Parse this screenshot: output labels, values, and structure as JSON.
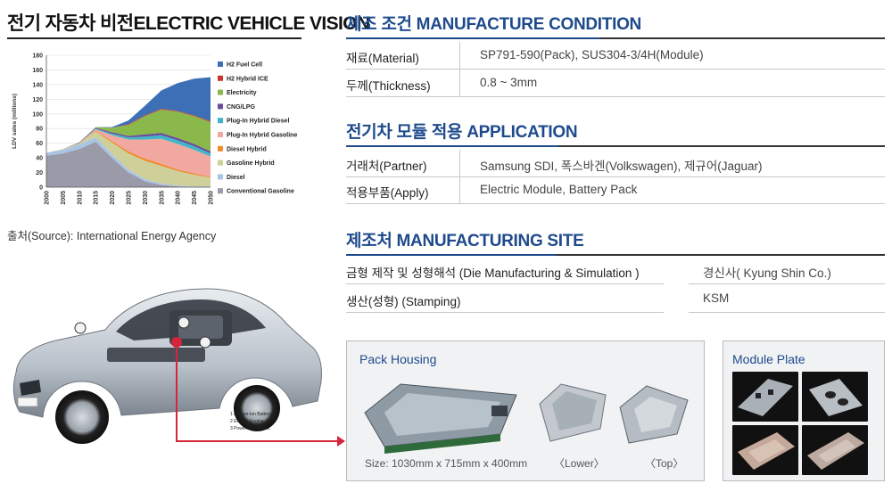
{
  "vision": {
    "title": "전기 자동차 비전ELECTRIC VEHICLE VISION",
    "source": "출처(Source): International Energy Agency"
  },
  "chart_data": {
    "type": "area",
    "stacked": true,
    "x": [
      2000,
      2005,
      2010,
      2015,
      2020,
      2025,
      2030,
      2035,
      2040,
      2045,
      2050
    ],
    "ylabel": "LDV sales (millions)",
    "ylim": [
      0,
      180
    ],
    "yticks": [
      0,
      20,
      40,
      60,
      80,
      100,
      120,
      140,
      160,
      180
    ],
    "legend_position": "right",
    "series": [
      {
        "name": "Conventional Gasoline",
        "color": "#9a9aa8",
        "values": [
          43,
          46,
          52,
          62,
          40,
          20,
          8,
          3,
          1,
          0,
          0
        ]
      },
      {
        "name": "Diesel",
        "color": "#a8c4e6",
        "values": [
          4,
          5,
          6,
          6,
          5,
          4,
          3,
          2,
          1,
          1,
          1
        ]
      },
      {
        "name": "Gasoline Hybrid",
        "color": "#cfcf9a",
        "values": [
          0,
          1,
          2,
          8,
          16,
          22,
          25,
          24,
          20,
          16,
          12
        ]
      },
      {
        "name": "Diesel Hybrid",
        "color": "#f08a2c",
        "values": [
          0,
          0,
          0,
          1,
          2,
          3,
          3,
          3,
          2,
          2,
          1
        ]
      },
      {
        "name": "Plug-In Hybrid Gasoline",
        "color": "#f0a8a0",
        "values": [
          0,
          0,
          0,
          2,
          8,
          16,
          26,
          34,
          35,
          32,
          28
        ]
      },
      {
        "name": "Plug-In Hybrid Diesel",
        "color": "#3fb6c8",
        "values": [
          0,
          0,
          0,
          1,
          2,
          3,
          4,
          5,
          5,
          5,
          4
        ]
      },
      {
        "name": "CNG/LPG",
        "color": "#6b4a9a",
        "values": [
          0,
          0,
          1,
          1,
          2,
          2,
          3,
          3,
          3,
          3,
          3
        ]
      },
      {
        "name": "Electricity",
        "color": "#8ab84a",
        "values": [
          0,
          0,
          0,
          1,
          6,
          15,
          25,
          32,
          36,
          38,
          40
        ]
      },
      {
        "name": "H2 Hybrid ICE",
        "color": "#c8362e",
        "values": [
          0,
          0,
          0,
          0,
          0,
          1,
          1,
          1,
          1,
          1,
          1
        ]
      },
      {
        "name": "H2 Fuel Cell",
        "color": "#3d6fb6",
        "values": [
          0,
          0,
          0,
          0,
          1,
          5,
          13,
          25,
          38,
          50,
          60
        ]
      }
    ]
  },
  "car_notes": [
    "1   Lithium-Ion Battery.",
    "2   Electric Engine.",
    "3   Power Electronics."
  ],
  "manufacture": {
    "title": "제조 조건 MANUFACTURE CONDITION",
    "rows": [
      {
        "label": "재료(Material)",
        "value": "SP791-590(Pack), SUS304-3/4H(Module)"
      },
      {
        "label": "두께(Thickness)",
        "value": "0.8 ~ 3mm"
      }
    ]
  },
  "application": {
    "title": "전기차 모듈 적용 APPLICATION",
    "rows": [
      {
        "label": "거래처(Partner)",
        "value": "Samsung SDI, 폭스바겐(Volkswagen), 제규어(Jaguar)"
      },
      {
        "label": "적용부품(Apply)",
        "value": "Electric Module, Battery Pack"
      }
    ]
  },
  "site": {
    "title": "제조처 MANUFACTURING SITE",
    "rows": [
      {
        "label": "금형 제작 및 성형해석 (Die Manufacturing & Simulation )",
        "value": "경신사( Kyung Shin Co.)"
      },
      {
        "label": "생산(성형) (Stamping)",
        "value": "KSM"
      }
    ]
  },
  "pack_housing": {
    "title": "Pack Housing",
    "size": "Size: 1030mm x 715mm x 400mm",
    "lower": "〈Lower〉",
    "top": "〈Top〉"
  },
  "module_plate": {
    "title": "Module Plate"
  },
  "colors": {
    "heading": "#1e4a8c",
    "accent_red": "#d6243a",
    "rule": "#333333"
  }
}
